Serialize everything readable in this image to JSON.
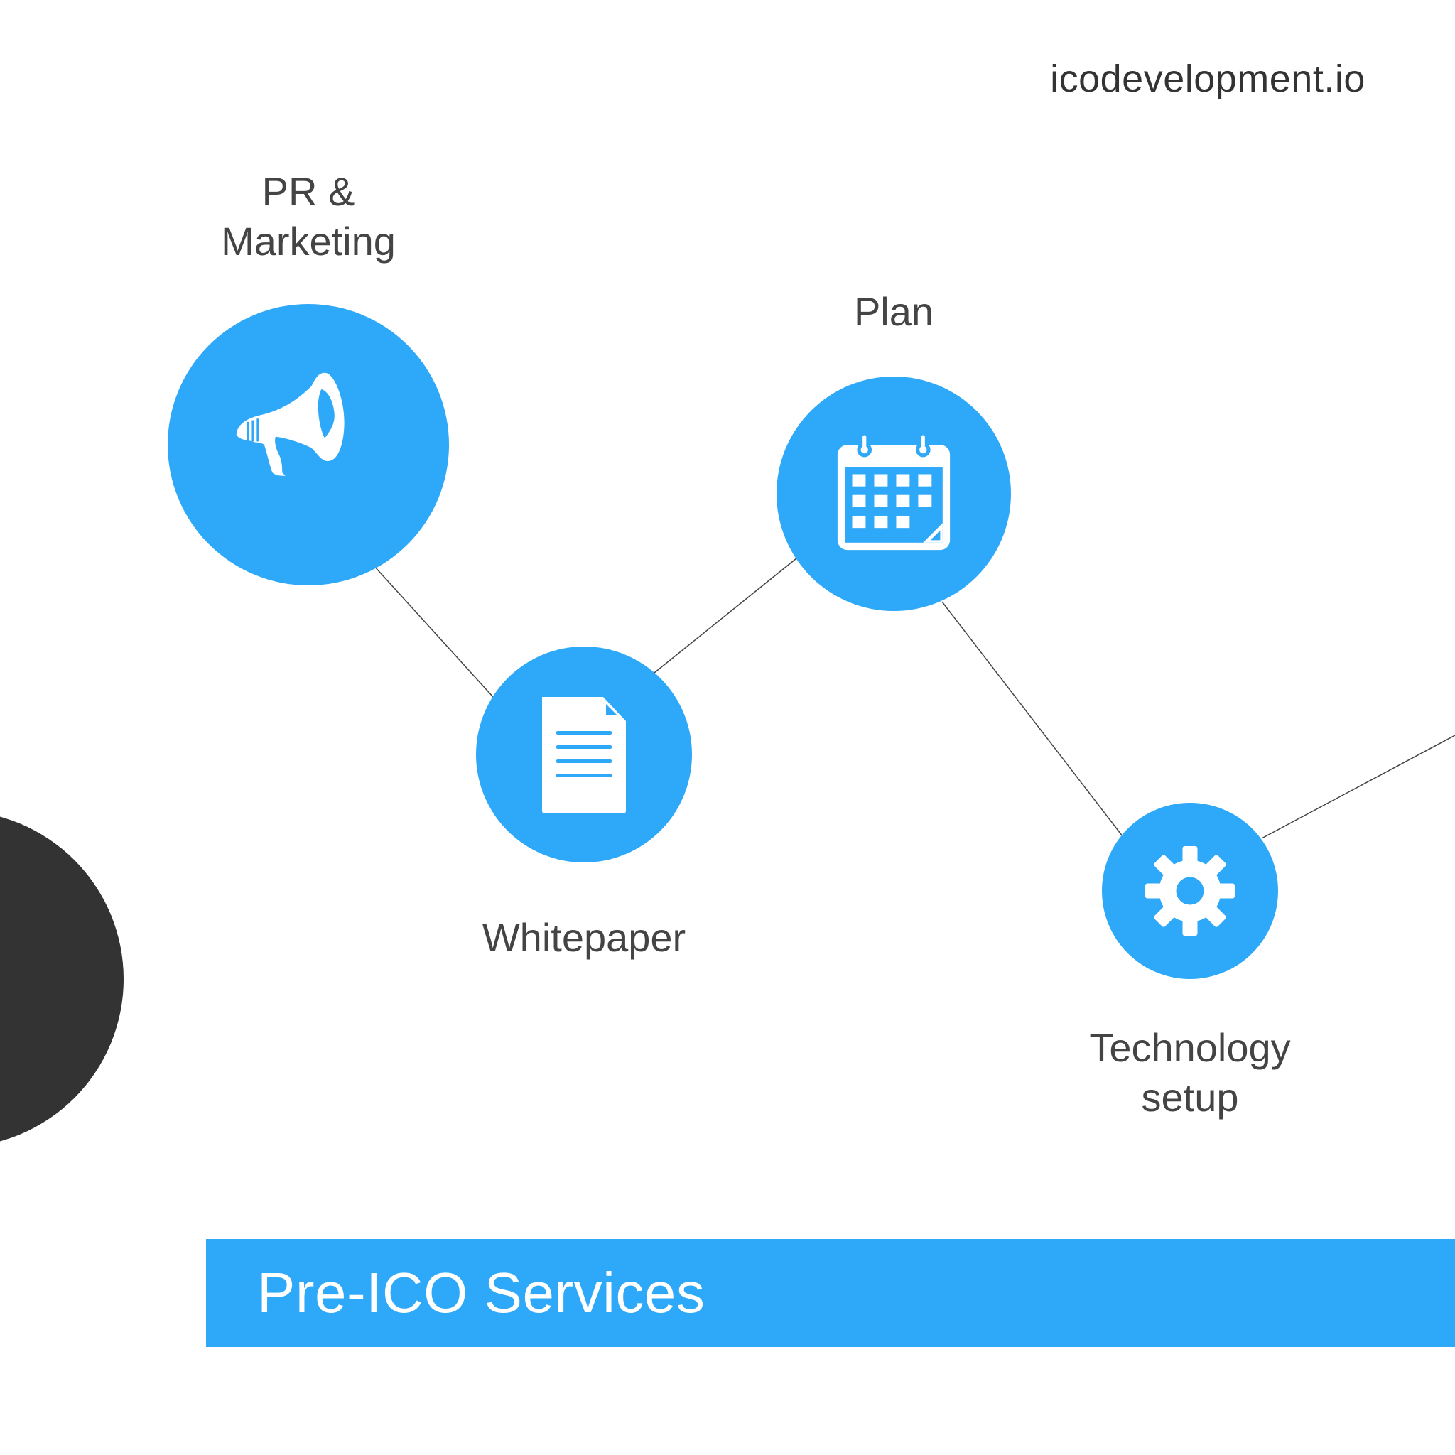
{
  "site": {
    "url": "icodevelopment.io"
  },
  "colors": {
    "accent": "#2ea8f8",
    "dark": "#333333",
    "text": "#444444",
    "connector": "#444444",
    "background": "#ffffff",
    "icon": "#ffffff"
  },
  "steps": [
    {
      "label": "PR &\nMarketing",
      "icon": "megaphone-icon"
    },
    {
      "label": "Whitepaper",
      "icon": "document-icon"
    },
    {
      "label": "Plan",
      "icon": "calendar-icon"
    },
    {
      "label": "Technology\nsetup",
      "icon": "gear-icon"
    }
  ],
  "banner": {
    "title": "Pre-ICO Services"
  }
}
